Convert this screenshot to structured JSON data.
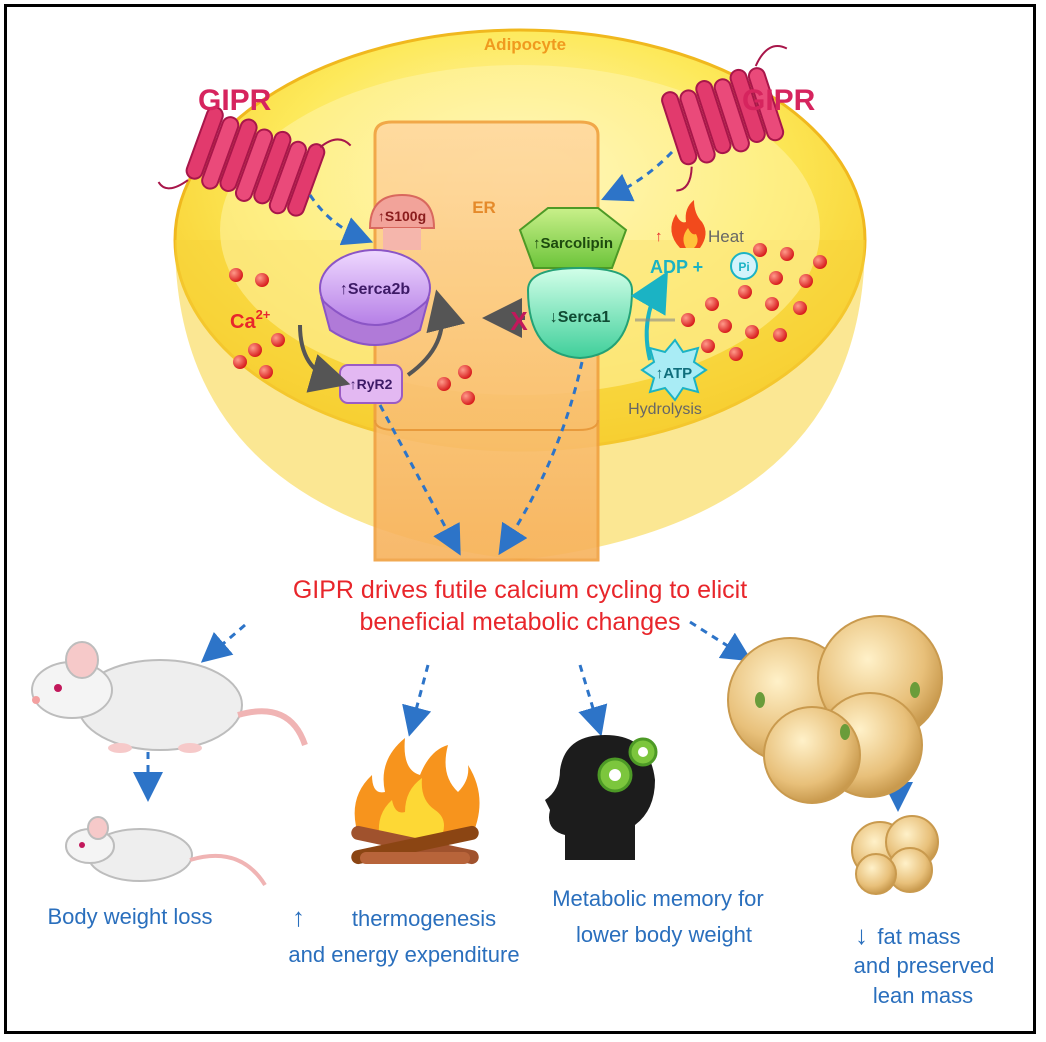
{
  "cell": {
    "title": "Adipocyte",
    "er_label": "ER",
    "receptor_left": "GIPR",
    "receptor_right": "GIPR",
    "ion_label": "Ca",
    "ion_charge": "2+",
    "heat_label": "Heat",
    "adp_label": "ADP +",
    "pi_label": "Pi",
    "hydrolysis_label": "Hydrolysis",
    "x_mark": "X"
  },
  "proteins": {
    "s100g": "S100g",
    "serca2b": "Serca2b",
    "ryr2": "RyR2",
    "sarcolipin": "Sarcolipin",
    "serca1": "Serca1",
    "atp": "ATP"
  },
  "headline": {
    "line1": "GIPR drives futile calcium cycling to elicit",
    "line2": "beneficial metabolic changes"
  },
  "outcomes": {
    "weight": {
      "line1": "Body weight loss"
    },
    "thermo": {
      "arrow": "↑",
      "line1": "thermogenesis",
      "line2": "and energy expenditure"
    },
    "memory": {
      "line1": "Metabolic memory for",
      "line2": "lower body weight"
    },
    "fat": {
      "arrow": "↓",
      "line1": "fat mass",
      "line2": "and preserved",
      "line3": "lean mass"
    }
  },
  "colors": {
    "headline": "#e8262b",
    "outcome_text": "#2a6fbd",
    "receptor": "#d6245e",
    "arrow": "#2d74c8",
    "cell": "#fbe046",
    "calcium": "#e53935"
  },
  "icons": [
    "gipr-receptor-icon",
    "mouse-icon",
    "fire-icon",
    "head-gears-icon",
    "fat-cells-icon",
    "flame-icon"
  ]
}
